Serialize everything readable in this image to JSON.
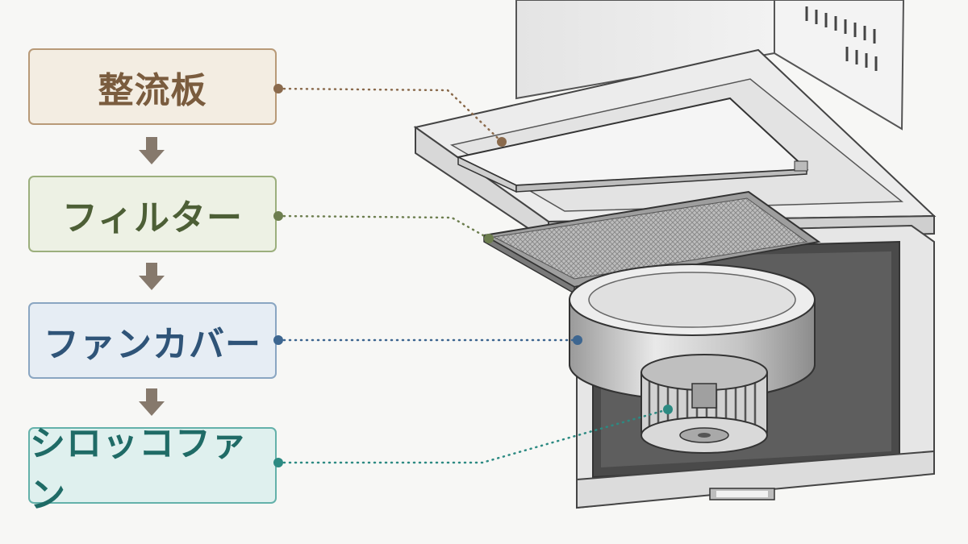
{
  "labels": [
    {
      "text": "整流板",
      "color": "#7a5c3e",
      "bg": "#f3ede2",
      "border": "#b89a78"
    },
    {
      "text": "フィルター",
      "color": "#4d5f36",
      "bg": "#edf1e4",
      "border": "#9caf7d"
    },
    {
      "text": "ファンカバー",
      "color": "#2f5478",
      "bg": "#e6edf4",
      "border": "#8aa6c2"
    },
    {
      "text": "シロッコファン",
      "color": "#1f6b66",
      "bg": "#dff0ee",
      "border": "#64b1aa"
    }
  ],
  "arrow_color": "#86796c"
}
